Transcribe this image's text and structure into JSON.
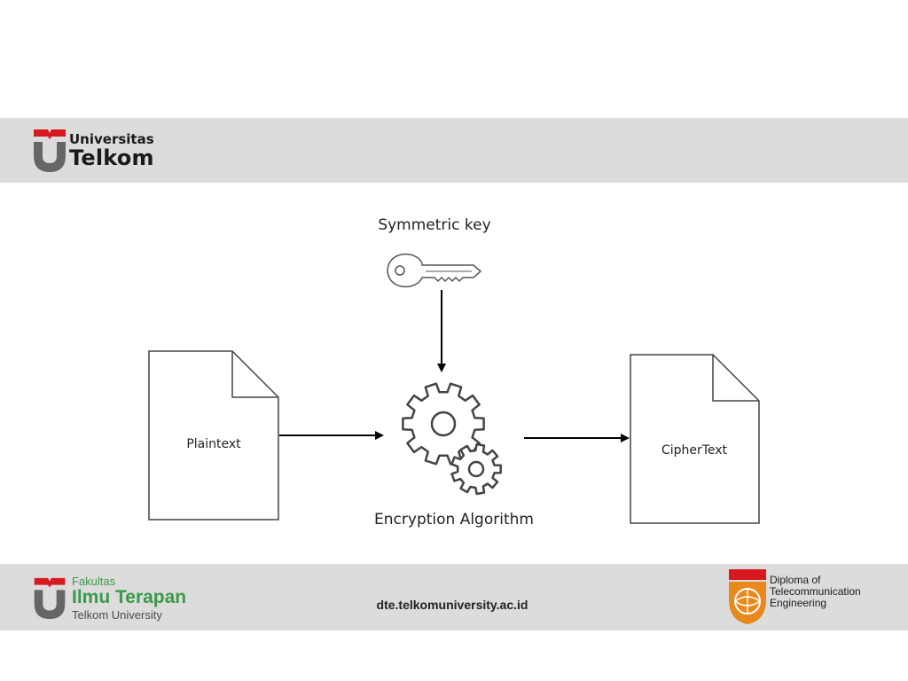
{
  "header": {
    "logo_line1": "Universitas",
    "logo_line2": "Telkom"
  },
  "diagram": {
    "key_label": "Symmetric key",
    "input_label": "Plaintext",
    "process_label": "Encryption Algorithm",
    "output_label": "CipherText",
    "icons": [
      "key-icon",
      "document-icon",
      "gears-icon",
      "arrow-icon"
    ]
  },
  "footer": {
    "faculty_line1": "Fakultas",
    "faculty_line2": "Ilmu Terapan",
    "faculty_line3": "Telkom University",
    "website": "dte.telkomuniversity.ac.id",
    "program_line1": "Diploma of",
    "program_line2": "Telecommunication",
    "program_line3": "Engineering"
  },
  "colors": {
    "band": "#dcdcdc",
    "brand_red": "#d7191f",
    "brand_gray": "#666666",
    "faculty_green": "#3a9a4a",
    "d3_orange": "#e8891d"
  }
}
